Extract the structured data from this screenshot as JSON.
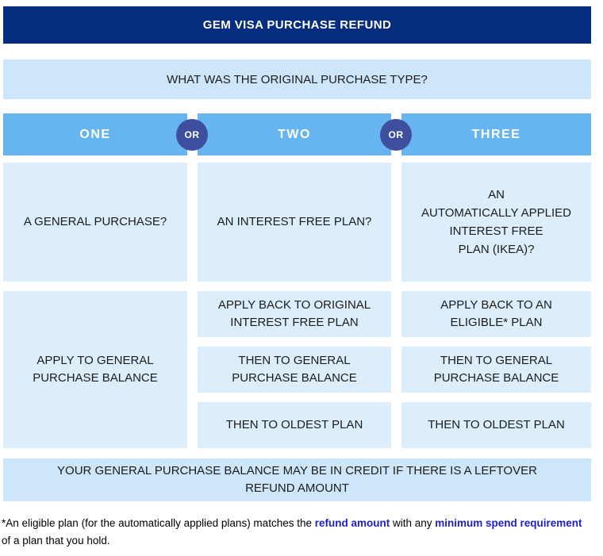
{
  "colors": {
    "navy": "#052C7E",
    "or_circle": "#3E4F9D",
    "medium_blue": "#66B5F1",
    "light_blue": "#DCEDFB",
    "bar_blue": "#CDE6FA",
    "link_blue": "#1F1FC8"
  },
  "header": {
    "title": "GEM VISA PURCHASE REFUND"
  },
  "question_bar": {
    "text": "WHAT WAS THE ORIGINAL PURCHASE TYPE?"
  },
  "or_label": "OR",
  "columns": [
    {
      "header": "ONE",
      "question": "A GENERAL PURCHASE?",
      "steps": [
        "APPLY TO GENERAL\nPURCHASE BALANCE"
      ]
    },
    {
      "header": "TWO",
      "question": "AN INTEREST FREE PLAN?",
      "steps": [
        "APPLY BACK TO ORIGINAL\nINTEREST FREE PLAN",
        "THEN TO GENERAL\nPURCHASE BALANCE",
        "THEN TO OLDEST PLAN"
      ]
    },
    {
      "header": "THREE",
      "question": "AN\nAUTOMATICALLY APPLIED\nINTEREST FREE\nPLAN  (IKEA)?",
      "steps": [
        "APPLY BACK TO AN\nELIGIBLE* PLAN",
        "THEN TO GENERAL\nPURCHASE BALANCE",
        "THEN TO OLDEST PLAN"
      ]
    }
  ],
  "footer_bar": {
    "text": "YOUR GENERAL PURCHASE BALANCE MAY BE IN CREDIT IF THERE IS A LEFTOVER\nREFUND AMOUNT"
  },
  "footnote": {
    "part1": "*An eligible plan (for the automatically applied plans) matches the ",
    "link1": "refund amount",
    "part2": " with any ",
    "link2": "minimum spend requirement",
    "part3": " of a plan that you hold."
  }
}
